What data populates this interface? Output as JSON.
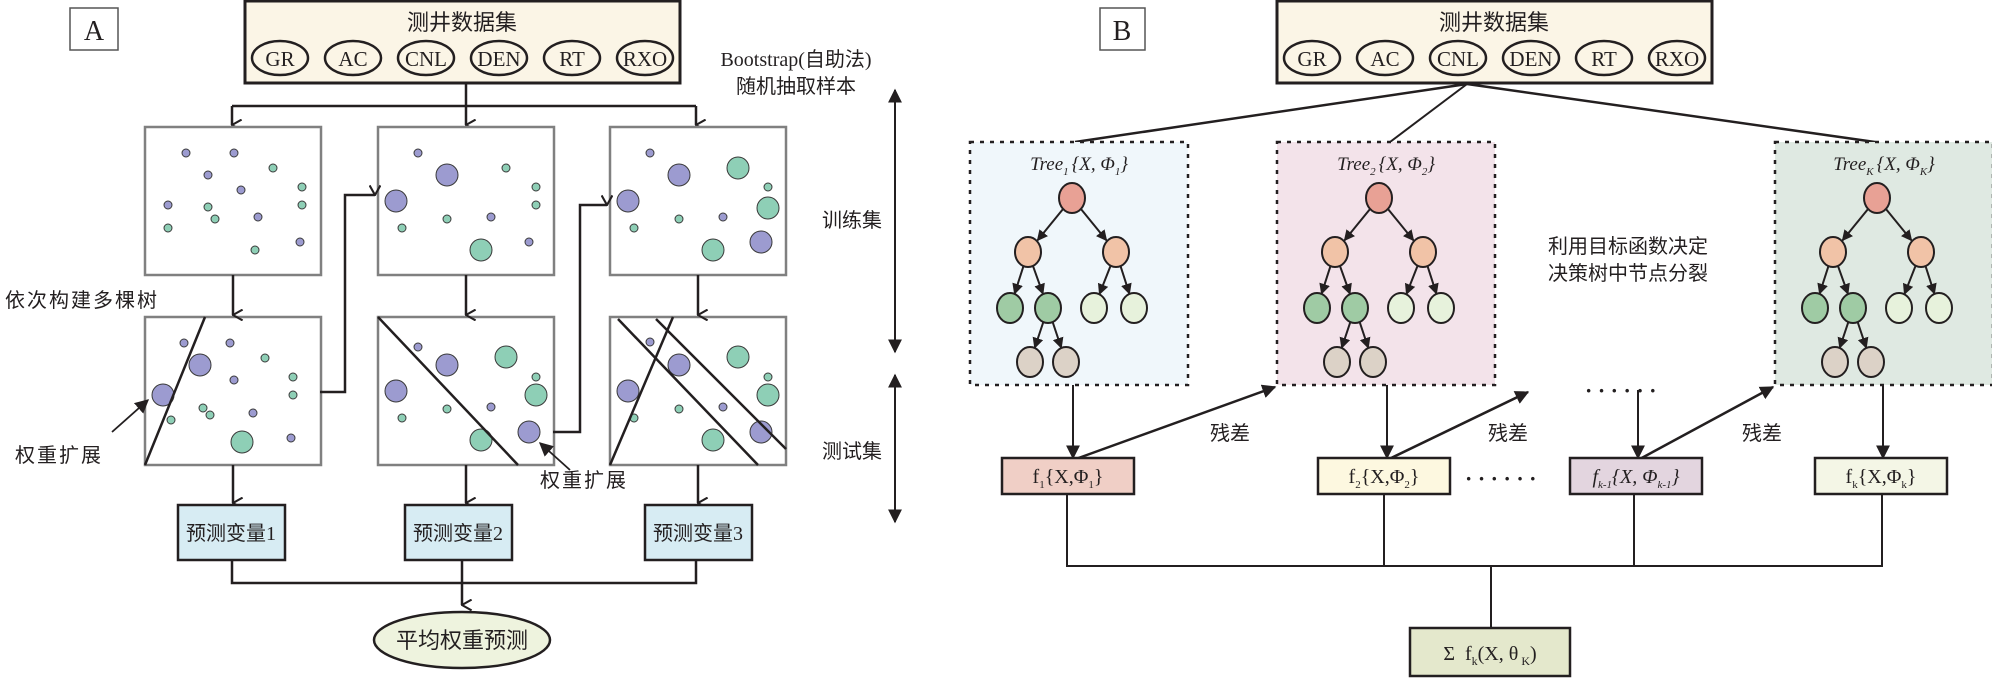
{
  "panel_a": {
    "label": "A",
    "dataset": {
      "title": "测井数据集",
      "logs": [
        "GR",
        "AC",
        "CNL",
        "DEN",
        "RT",
        "RXO"
      ]
    },
    "bootstrap_line1": "Bootstrap(自助法)",
    "bootstrap_line2": "随机抽取样本",
    "build_trees_label": "依次构建多棵树",
    "weight_expand_label_1": "权重扩展",
    "weight_expand_label_2": "权重扩展",
    "train_set_label": "训练集",
    "test_set_label": "测试集",
    "predictors": [
      "预测变量1",
      "预测变量2",
      "预测变量3"
    ],
    "result": "平均权重预测"
  },
  "panel_b": {
    "label": "B",
    "dataset": {
      "title": "测井数据集",
      "logs": [
        "GR",
        "AC",
        "CNL",
        "DEN",
        "RT",
        "RXO"
      ]
    },
    "trees": [
      {
        "name": "Tree",
        "sub": "1",
        "params": "{X, Φ",
        "param_sub": "1",
        "close": "}"
      },
      {
        "name": "Tree",
        "sub": "2",
        "params": "{X, Φ",
        "param_sub": "2",
        "close": "}"
      },
      {
        "name": "Tree",
        "sub": "K",
        "params": "{X, Φ",
        "param_sub": "K",
        "close": "}"
      }
    ],
    "split_note_line1": "利用目标函数决定",
    "split_note_line2": "决策树中节点分裂",
    "residual_label": "残差",
    "ellipsis": "…… ……",
    "functions": [
      {
        "f": "f",
        "sub": "1",
        "body": "{X,Φ",
        "body_sub": "1",
        "close": "}"
      },
      {
        "f": "f",
        "sub": "2",
        "body": "{X,Φ",
        "body_sub": "2",
        "close": "}"
      },
      {
        "f": "f",
        "sub": "k-1",
        "body": "{X, Φ",
        "body_sub": "k-1",
        "close": "}"
      },
      {
        "f": "f",
        "sub": "k",
        "body": "{X,Φ",
        "body_sub": "k",
        "close": "}"
      }
    ],
    "sum": {
      "sigma": "Σ",
      "f": "f",
      "sub": "k",
      "body": "(X, θ",
      "body_sub": "K",
      "close": ")"
    }
  },
  "colors": {
    "dataset_fill": "#fbf5e6",
    "purple_point": "#9c9bd0",
    "green_point": "#8ecfb6",
    "predictor_fill": "#d7ecf3",
    "result_fill": "#eef3de",
    "tree1_bg": "#f0f7fb",
    "tree2_bg": "#f3e3ea",
    "treek_bg": "#dfe9e2",
    "f1_fill": "#f0cfc6",
    "f2_fill": "#fdf8e0",
    "fk1_fill": "#e3d5df",
    "fk_fill": "#f4f6e6",
    "sum_fill": "#e4e8cc",
    "node_root": "#e8a195",
    "node_l1": "#f1c3a7",
    "node_l2_dark": "#9fcba4",
    "node_l2_light": "#e7f2dc",
    "node_l3": "#dcd2c7"
  }
}
